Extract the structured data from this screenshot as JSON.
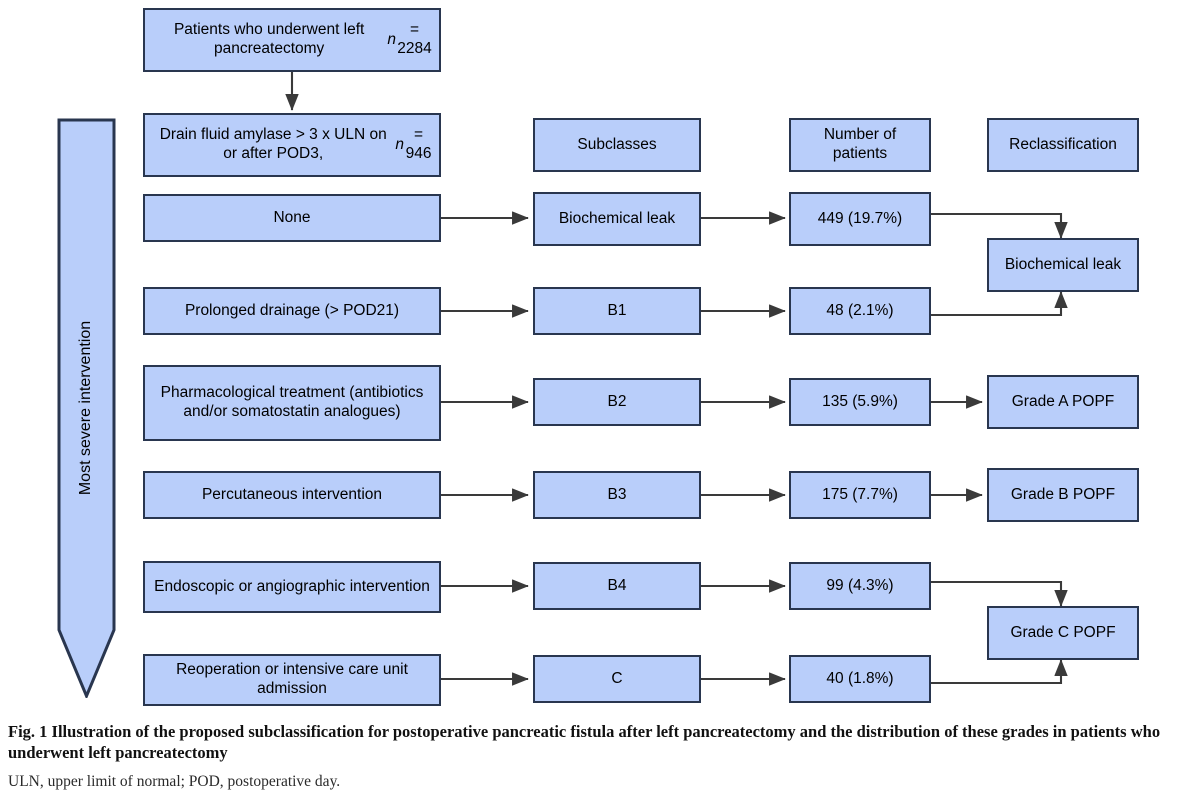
{
  "figure": {
    "severity_axis": {
      "label": "Most severe intervention",
      "direction": "downward",
      "color": "#b9cefa"
    },
    "colors": {
      "node_fill": "#b9cefa",
      "node_border": "#29364f",
      "edge": "#3a3a3a",
      "page_background": "#ffffff"
    },
    "top_nodes": [
      {
        "id": "cohort",
        "text": "Patients who underwent left pancreatectomy n = 2284"
      },
      {
        "id": "drain",
        "text": "Drain fluid amylase > 3 x ULN on or after POD3, n = 946"
      }
    ],
    "column_headers": [
      {
        "id": "header-subclasses",
        "text": "Subclasses"
      },
      {
        "id": "header-number",
        "text": "Number of patients"
      },
      {
        "id": "header-reclassification",
        "text": "Reclassification"
      }
    ],
    "rows": [
      {
        "intervention": "None",
        "subclass": "Biochemical leak",
        "patients": "449 (19.7%)",
        "count": 449,
        "percent": 19.7,
        "reclassification": "Biochemical leak"
      },
      {
        "intervention": "Prolonged drainage (> POD21)",
        "subclass": "B1",
        "patients": "48 (2.1%)",
        "count": 48,
        "percent": 2.1,
        "reclassification": "Biochemical leak"
      },
      {
        "intervention": "Pharmacological treatment (antibiotics and/or somatostatin analogues)",
        "subclass": "B2",
        "patients": "135 (5.9%)",
        "count": 135,
        "percent": 5.9,
        "reclassification": "Grade A POPF"
      },
      {
        "intervention": "Percutaneous intervention",
        "subclass": "B3",
        "patients": "175 (7.7%)",
        "count": 175,
        "percent": 7.7,
        "reclassification": "Grade B POPF"
      },
      {
        "intervention": "Endoscopic or angiographic intervention",
        "subclass": "B4",
        "patients": "99 (4.3%)",
        "count": 99,
        "percent": 4.3,
        "reclassification": "Grade C POPF"
      },
      {
        "intervention": "Reoperation or intensive care unit admission",
        "subclass": "C",
        "patients": "40 (1.8%)",
        "count": 40,
        "percent": 1.8,
        "reclassification": "Grade C POPF"
      }
    ],
    "reclassification_nodes": [
      {
        "id": "recl-biochemical",
        "text": "Biochemical leak"
      },
      {
        "id": "recl-grade-a",
        "text": "Grade A POPF"
      },
      {
        "id": "recl-grade-b",
        "text": "Grade B POPF"
      },
      {
        "id": "recl-grade-c",
        "text": "Grade C POPF"
      }
    ]
  },
  "caption": {
    "label": "Fig. 1",
    "title": "Illustration of the proposed subclassification for postoperative pancreatic fistula after left pancreatectomy and the distribution of these grades in patients who underwent left pancreatectomy",
    "footnote": "ULN, upper limit of normal; POD, postoperative day."
  }
}
